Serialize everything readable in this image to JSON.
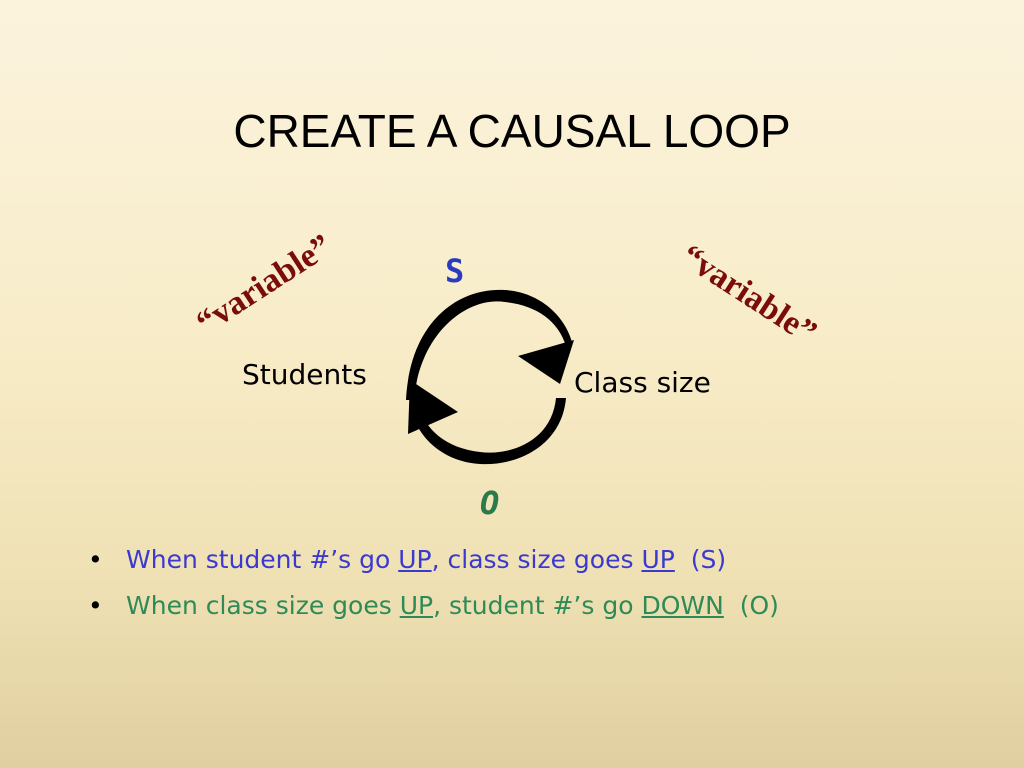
{
  "slide": {
    "title": "CREATE A CAUSAL LOOP"
  },
  "diagram": {
    "left_annotation": "“variable”",
    "right_annotation": "“variable”",
    "node_left": "Students",
    "node_right": "Class size",
    "top_polarity": "S",
    "bottom_polarity": "O",
    "colors": {
      "annotation": "#7a0c0c",
      "same_link": "#2b3bc0",
      "opposite_link": "#2a7a4a",
      "arrows": "#000000"
    },
    "icons": [
      "curved-arrow-icon",
      "curved-arrow-icon"
    ]
  },
  "bullets": [
    {
      "bullet": "•",
      "parts": [
        "When student #’s go ",
        "UP",
        ", class size goes ",
        "UP",
        "  (S)"
      ]
    },
    {
      "bullet": "•",
      "parts": [
        "When class size goes ",
        "UP",
        ", student #’s go ",
        "DOWN",
        "  (O)"
      ]
    }
  ]
}
